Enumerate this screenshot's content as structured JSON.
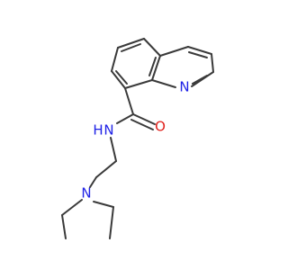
{
  "molecule": {
    "atoms": {
      "quinoline_n": {
        "label": "N",
        "color": "#1f22e6"
      },
      "amide_o": {
        "label": "O",
        "color": "#e0201b"
      },
      "amide_n": {
        "label": "N",
        "color": "#1f22e6"
      },
      "amine_n": {
        "label": "N",
        "color": "#1f22e6"
      },
      "amide_h": {
        "label": "H",
        "color": "#1f22e6"
      }
    },
    "bond_color": "#3a3a3a"
  }
}
